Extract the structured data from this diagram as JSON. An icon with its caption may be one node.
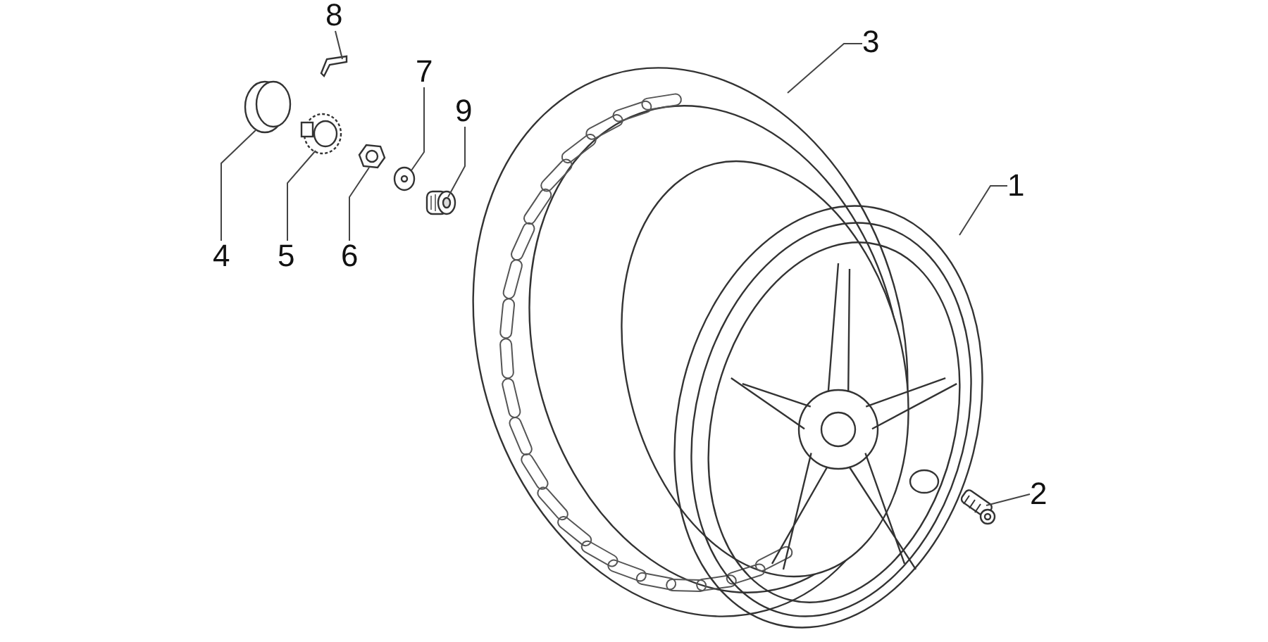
{
  "diagram": {
    "nodes": [
      {
        "text": [
          "8"
        ]
      },
      {
        "text": [
          "3"
        ]
      },
      {
        "text": [
          "7"
        ]
      },
      {
        "text": [
          "9"
        ]
      },
      {
        "text": [
          "1"
        ]
      },
      {
        "text": [
          "4"
        ]
      },
      {
        "text": [
          "5"
        ]
      },
      {
        "text": [
          "6"
        ]
      },
      {
        "text": [
          "2"
        ]
      },
      {
        "text": [],
        "shape": "picture"
      },
      {
        "text": [],
        "shape": "picture"
      },
      {
        "text": [],
        "shape": "picture"
      },
      {
        "text": [],
        "shape": "picture"
      },
      {
        "text": [],
        "shape": "picture"
      },
      {
        "text": [],
        "shape": "picture"
      },
      {
        "text": [],
        "shape": "picture"
      },
      {
        "text": [],
        "shape": "picture"
      },
      {
        "text": [],
        "shape": "picture"
      }
    ],
    "edges": [
      {
        "from": 0,
        "to": 11,
        "arrow": "none"
      },
      {
        "from": 1,
        "to": 15,
        "arrow": "none"
      },
      {
        "from": 2,
        "to": 13,
        "arrow": "none"
      },
      {
        "from": 3,
        "to": 14,
        "arrow": "none"
      },
      {
        "from": 4,
        "to": 16,
        "arrow": "none"
      },
      {
        "from": 5,
        "to": 9,
        "arrow": "none"
      },
      {
        "from": 6,
        "to": 10,
        "arrow": "none"
      },
      {
        "from": 7,
        "to": 12,
        "arrow": "none"
      },
      {
        "from": 8,
        "to": 17,
        "arrow": "none"
      }
    ]
  }
}
